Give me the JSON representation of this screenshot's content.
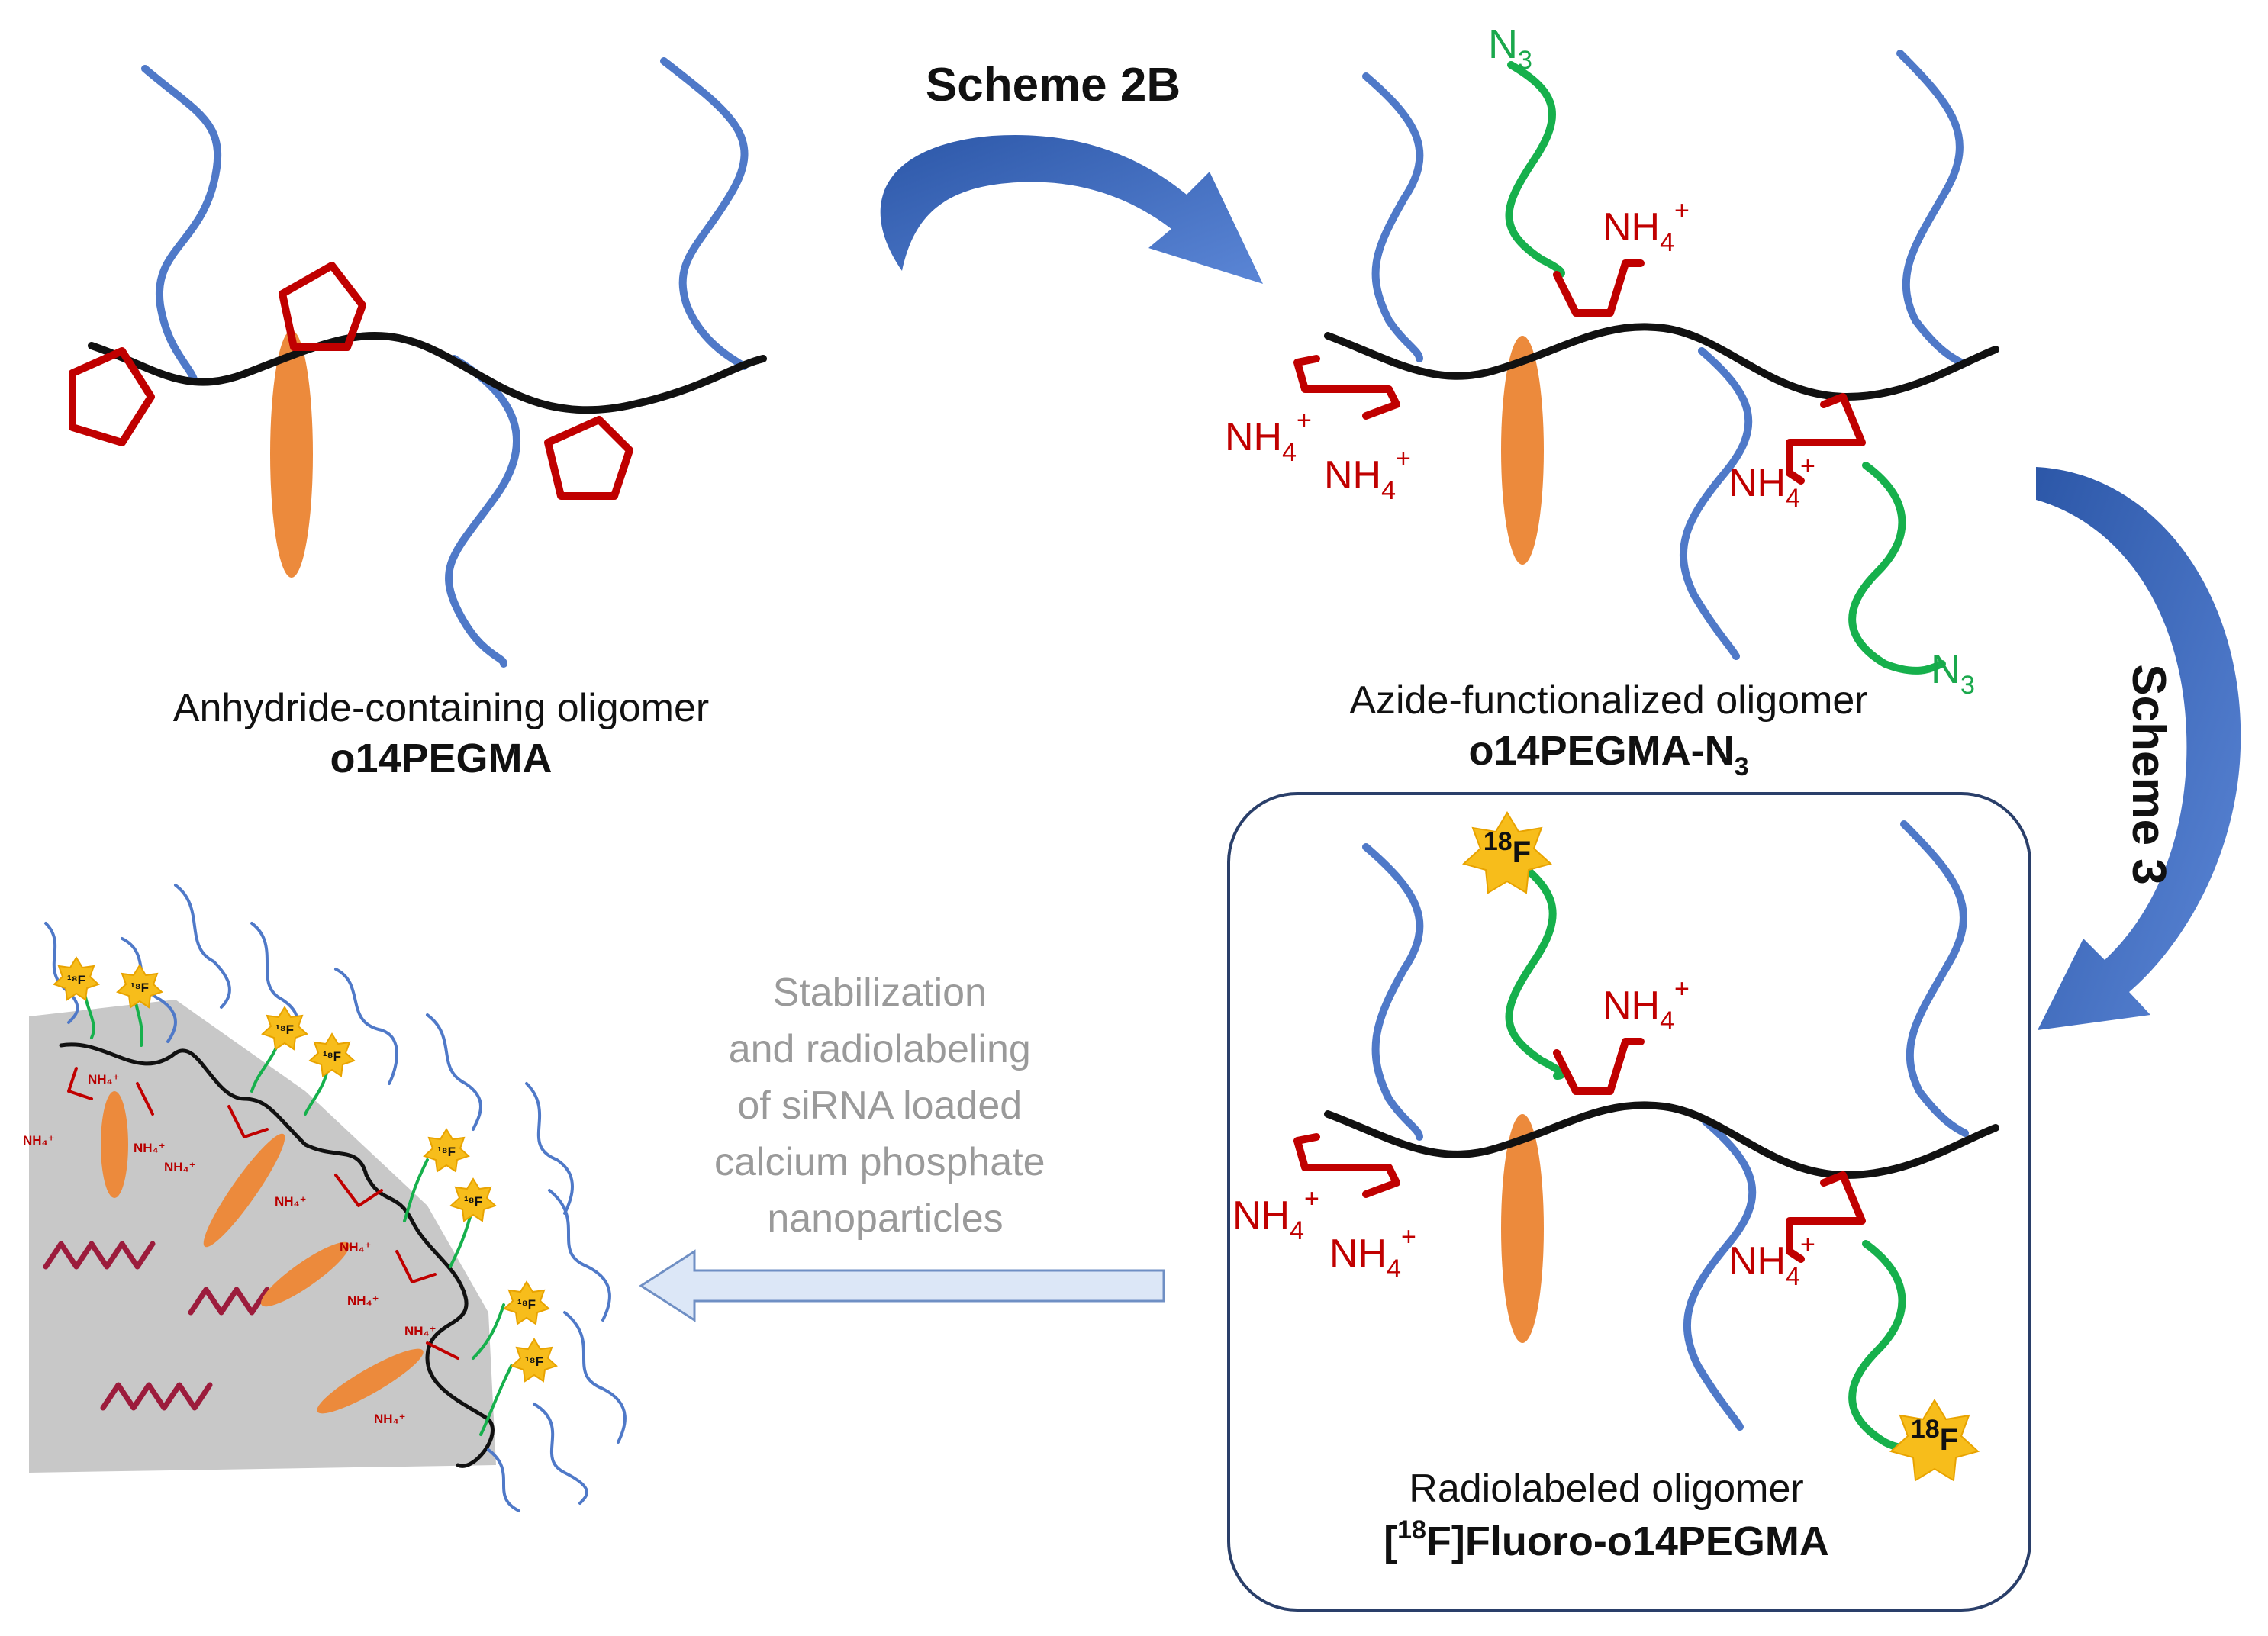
{
  "steps": {
    "scheme_2b": "Scheme 2B",
    "scheme_3": "Scheme 3",
    "stabilization_lines": [
      "Stabilization",
      "and radiolabeling",
      "of siRNA loaded",
      "calcium phosphate",
      "nanoparticles"
    ]
  },
  "oligomer_1": {
    "caption": "Anhydride-containing  oligomer",
    "name": "o14PEGMA"
  },
  "oligomer_2": {
    "caption": "Azide-functionalized  oligomer",
    "name_main": "o14PEGMA-N",
    "name_sub": "3"
  },
  "oligomer_3": {
    "caption": "Radiolabeled oligomer",
    "name_open": "[",
    "name_sup": "18",
    "name_rest": "F]Fluoro-o14PEGMA"
  },
  "labels": {
    "nh_main": "NH",
    "nh_sub": "4",
    "nh_sup": "+",
    "azide_main": "N",
    "azide_sub": "3",
    "f_sup": "18",
    "f_main": "F",
    "np_nh": "NH₄⁺",
    "np_f": "¹⁸F"
  },
  "colors": {
    "peg_chain": "#4f79c8",
    "backbone": "#111111",
    "ammonium": "#c00000",
    "azide_linker": "#16b04c",
    "hydrophobic_unit": "#ec8a3c",
    "fluorine_star": "#f7bd1b",
    "sirna": "#9c1c3c",
    "arrow_blue": "#3d64b3",
    "arrow_light": "#dce7f7",
    "nanoparticle_bg": "#c8c8c8"
  }
}
